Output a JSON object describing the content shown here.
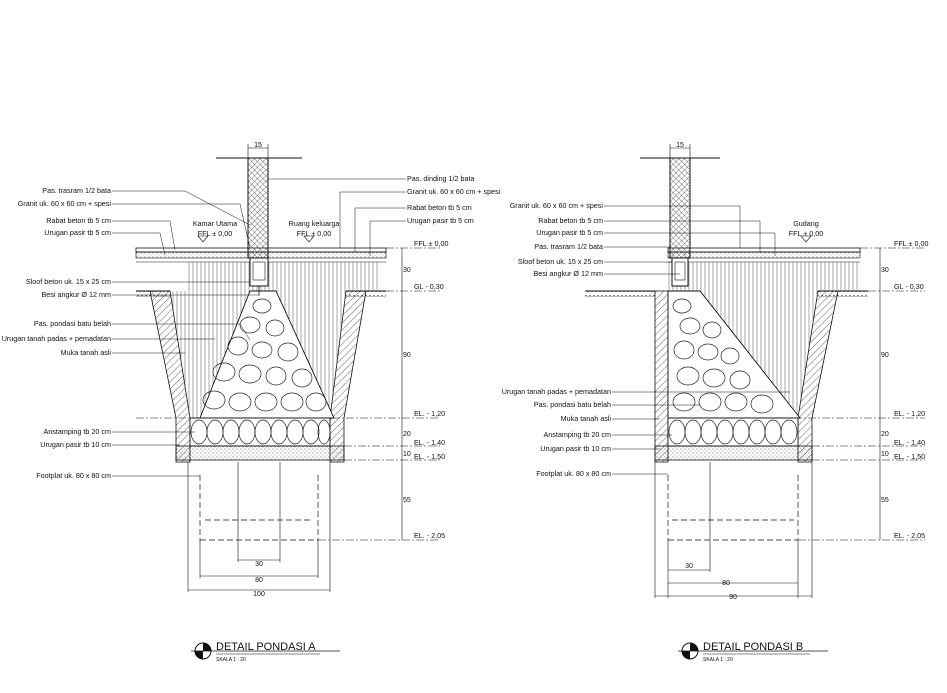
{
  "detail_a": {
    "title": "DETAIL PONDASI A",
    "scale": "SKALA 1 : 20",
    "top_dim": "15",
    "room_left": "Kamar Utama",
    "room_right": "Ruang keluarga",
    "ffl_left": "FFL ± 0,00",
    "ffl_right": "FFL ± 0,00",
    "labels_left": [
      "Pas. trasram 1/2 bata",
      "Granit uk. 60 x 60 cm + spesi",
      "Rabat beton tb 5 cm",
      "Urugan pasir tb 5 cm",
      "Sloof beton uk. 15 x 25 cm",
      "Besi angkur Ø 12 mm",
      "Pas. pondasi batu belah",
      "Urugan tanah padas + pemadatan",
      "Muka tanah asli",
      "Anstamping tb 20 cm",
      "Urugan pasir tb 10 cm",
      "Footplat uk. 80 x 80 cm"
    ],
    "labels_right": [
      "Pas. dinding 1/2 bata",
      "Granit uk. 60 x 60 cm + spesi",
      "Rabat beton tb 5 cm",
      "Urugan pasir tb 5 cm"
    ],
    "levels": [
      "FFL ± 0,00",
      "GL - 0,30",
      "EL. - 1,20",
      "EL. - 1,40",
      "EL. - 1,50",
      "EL. - 2,05"
    ],
    "vert_dims": [
      "30",
      "90",
      "20",
      "10",
      "55"
    ],
    "bottom_dims": [
      "30",
      "80",
      "100"
    ]
  },
  "detail_b": {
    "title": "DETAIL PONDASI B",
    "scale": "SKALA 1 : 20",
    "top_dim": "15",
    "room_right": "Gudang",
    "ffl_right": "FFL ± 0,00",
    "labels_left_top": [
      "Granit uk. 60 x 60 cm + spesi",
      "Rabat beton tb 5 cm",
      "Urugan pasir tb 5 cm",
      "Pas. trasram 1/2 bata",
      "Sloof beton uk. 15 x 25 cm",
      "Besi angkur Ø 12 mm"
    ],
    "labels_left_bottom": [
      "Urugan tanah padas + pemadatan",
      "Pas. pondasi batu belah",
      "Muka tanah asli",
      "Anstamping tb 20 cm",
      "Urugan pasir tb 10 cm",
      "Footplat uk. 80 x 80 cm"
    ],
    "levels": [
      "FFL ± 0,00",
      "GL - 0,30",
      "EL. - 1,20",
      "EL. - 1,40",
      "EL. - 1,50",
      "EL. - 2,05"
    ],
    "vert_dims": [
      "30",
      "90",
      "20",
      "10",
      "55"
    ],
    "bottom_dims": [
      "30",
      "80",
      "90"
    ]
  }
}
